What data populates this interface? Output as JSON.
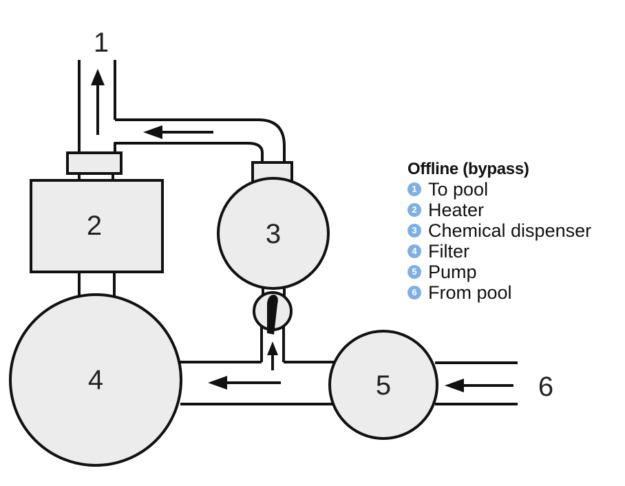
{
  "diagram": {
    "title": "Offline (bypass)",
    "callouts": {
      "to_pool": "1",
      "heater": "2",
      "chemical_dispenser": "3",
      "filter": "4",
      "pump": "5",
      "from_pool": "6"
    },
    "legend": {
      "title": "Offline (bypass)",
      "items": [
        {
          "num": "1",
          "label": "To pool"
        },
        {
          "num": "2",
          "label": "Heater"
        },
        {
          "num": "3",
          "label": "Chemical dispenser"
        },
        {
          "num": "4",
          "label": "Filter"
        },
        {
          "num": "5",
          "label": "Pump"
        },
        {
          "num": "6",
          "label": "From pool"
        }
      ]
    },
    "colors": {
      "component_fill": "#ececec",
      "line": "#111111",
      "legend_bullet": "#7fb0e0"
    },
    "flow": [
      "from-pool -> pump",
      "pump -> filter",
      "filter -> heater",
      "heater -> to-pool",
      "bypass: pipe -> check-valve -> chemical-dispenser -> to-pool"
    ]
  }
}
